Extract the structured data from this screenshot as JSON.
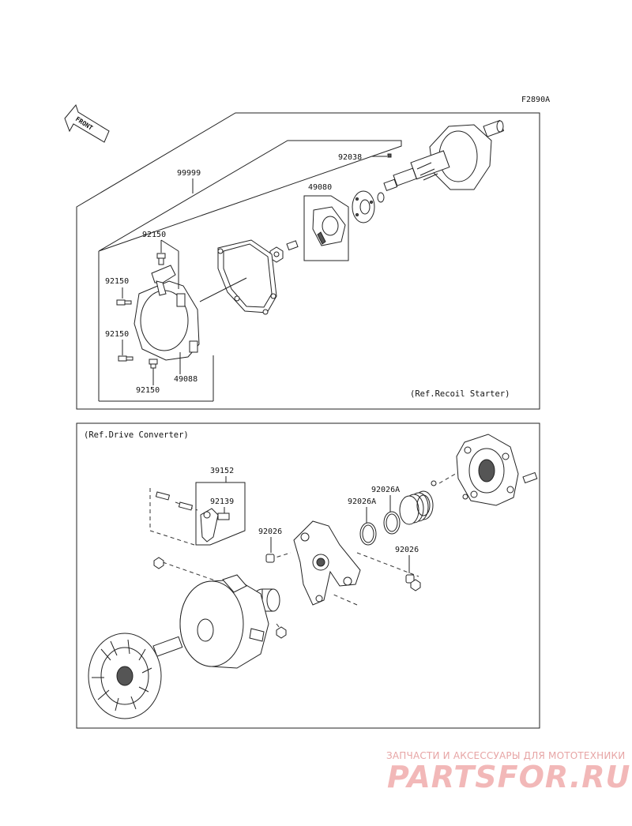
{
  "figure_code": "F2890A",
  "front_label": "FRONT",
  "upper_panel": {
    "reference": "(Ref.Recoil Starter)",
    "labels": {
      "kit": "99999",
      "rotor": "49080",
      "pin": "92038",
      "bolt_top": "92150",
      "bolt_left": "92150",
      "bolt_lower_left": "92150",
      "bolt_bottom": "92150",
      "cover": "49088"
    }
  },
  "lower_panel": {
    "reference": "(Ref.Drive Converter)",
    "labels": {
      "weight_set": "39152",
      "pin": "92139",
      "bushing_left": "92026",
      "ring_a1": "92026A",
      "ring_a2": "92026A",
      "bushing_right": "92026"
    }
  },
  "watermark": {
    "tagline": "ЗАПЧАСТИ И АКСЕССУАРЫ ДЛЯ МОТОТЕХНИКИ",
    "logo": "PARTSFOR.RU"
  }
}
